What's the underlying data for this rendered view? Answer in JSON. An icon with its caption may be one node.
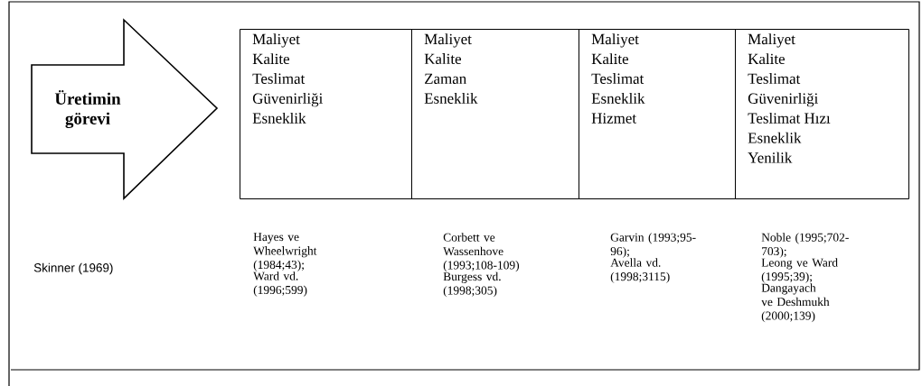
{
  "diagram": {
    "nodes": [
      {
        "text": [
          "Üretimin görevi"
        ]
      },
      {
        "text": [
          "Maliyet",
          "Kalite",
          "Teslimat",
          "Güvenirliği",
          "Esneklik"
        ]
      },
      {
        "text": [
          "Maliyet",
          "Kalite",
          "Zaman",
          "Esneklik"
        ]
      },
      {
        "text": [
          "Maliyet",
          "Kalite",
          "Teslimat",
          "Esneklik",
          "Hizmet"
        ]
      },
      {
        "text": [
          "Maliyet",
          "Kalite",
          "Teslimat",
          "Güvenirliği",
          "Teslimat Hızı",
          "Esneklik",
          "Yenilik"
        ]
      }
    ],
    "labels": [
      "Skinner (1969)",
      "Hayes ve Wheelwright (1984;43);",
      "Ward vd. (1996;599)",
      "Corbett ve Wassenhove (1993;108-109)",
      "Burgess vd. (1998;305)",
      "Garvin (1993;95-96);",
      "Avella vd. (1998;3115)",
      "Noble (1995;702- 703);",
      "Leong ve Ward (1995;39);",
      "Dangayach ve Deshmukh (2000;139)"
    ]
  }
}
